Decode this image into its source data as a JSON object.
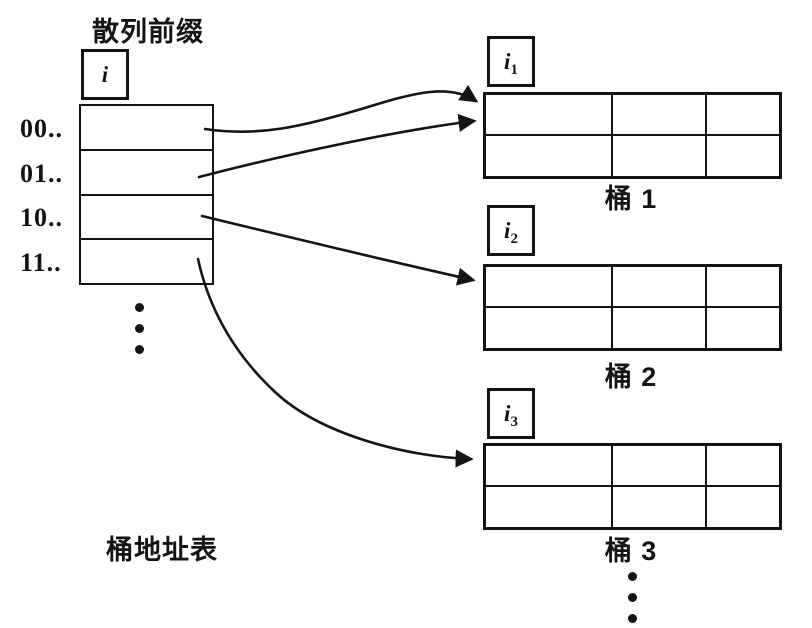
{
  "diagram": {
    "title": "散列前缀",
    "directory": {
      "depth_label": "i",
      "row_prefixes": [
        "00..",
        "01..",
        "10..",
        "11.."
      ],
      "caption": "桶地址表"
    },
    "buckets": [
      {
        "depth_base": "i",
        "depth_sub": "1",
        "caption": "桶 1"
      },
      {
        "depth_base": "i",
        "depth_sub": "2",
        "caption": "桶 2"
      },
      {
        "depth_base": "i",
        "depth_sub": "3",
        "caption": "桶 3"
      }
    ],
    "bucket_columns": 3,
    "bucket_rows": 2,
    "colors": {
      "ink": "#141414",
      "background": "#ffffff"
    }
  }
}
